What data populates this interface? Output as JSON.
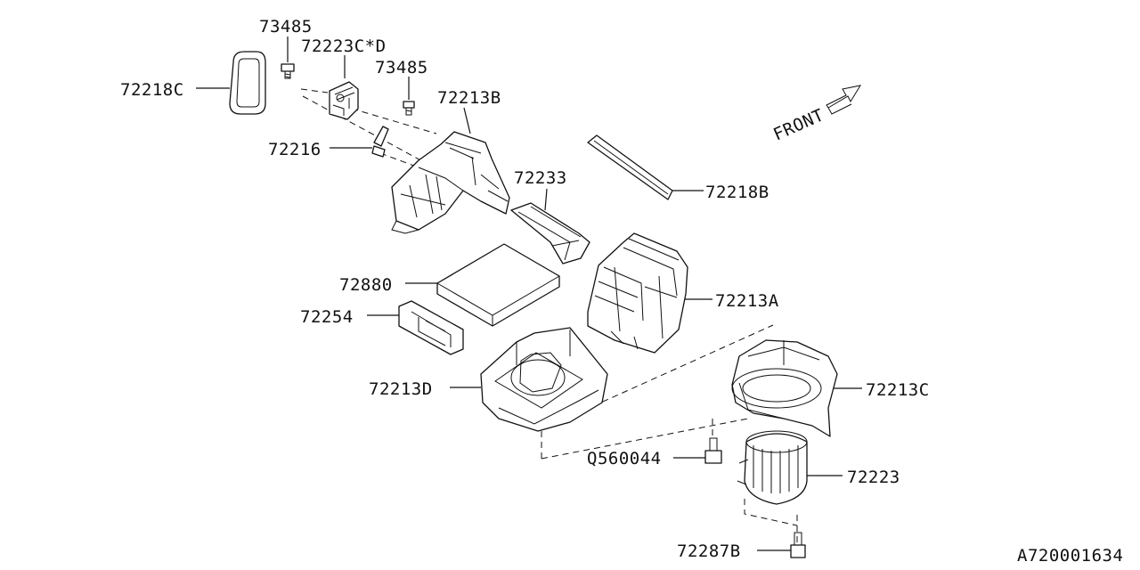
{
  "diagram": {
    "footer_code": "A720001634",
    "front_label": "FRONT",
    "parts": [
      {
        "id": "p73485a",
        "label": "73485"
      },
      {
        "id": "p72223cd",
        "label": "72223C*D"
      },
      {
        "id": "p73485b",
        "label": "73485"
      },
      {
        "id": "p72218c",
        "label": "72218C"
      },
      {
        "id": "p72213b",
        "label": "72213B"
      },
      {
        "id": "p72216",
        "label": "72216"
      },
      {
        "id": "p72233",
        "label": "72233"
      },
      {
        "id": "p72218b",
        "label": "72218B"
      },
      {
        "id": "p72880",
        "label": "72880"
      },
      {
        "id": "p72213a",
        "label": "72213A"
      },
      {
        "id": "p72254",
        "label": "72254"
      },
      {
        "id": "p72213d",
        "label": "72213D"
      },
      {
        "id": "p72213c",
        "label": "72213C"
      },
      {
        "id": "pq560044",
        "label": "Q560044"
      },
      {
        "id": "p72223",
        "label": "72223"
      },
      {
        "id": "p72287b",
        "label": "72287B"
      }
    ]
  }
}
